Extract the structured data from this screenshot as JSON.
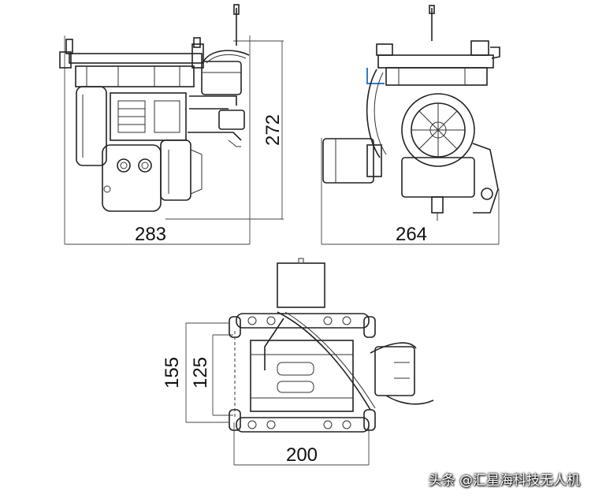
{
  "views": {
    "side": {
      "width_label": "283",
      "height_label": "272"
    },
    "front": {
      "width_label": "264"
    },
    "top": {
      "depth_label": "200",
      "outer_span_label": "155",
      "inner_span_label": "125"
    }
  },
  "watermark": {
    "text": "头条 @汇星海科技无人机"
  },
  "colors": {
    "line": "#222222",
    "dimension": "#444444",
    "accent": "#2a7bd3"
  }
}
